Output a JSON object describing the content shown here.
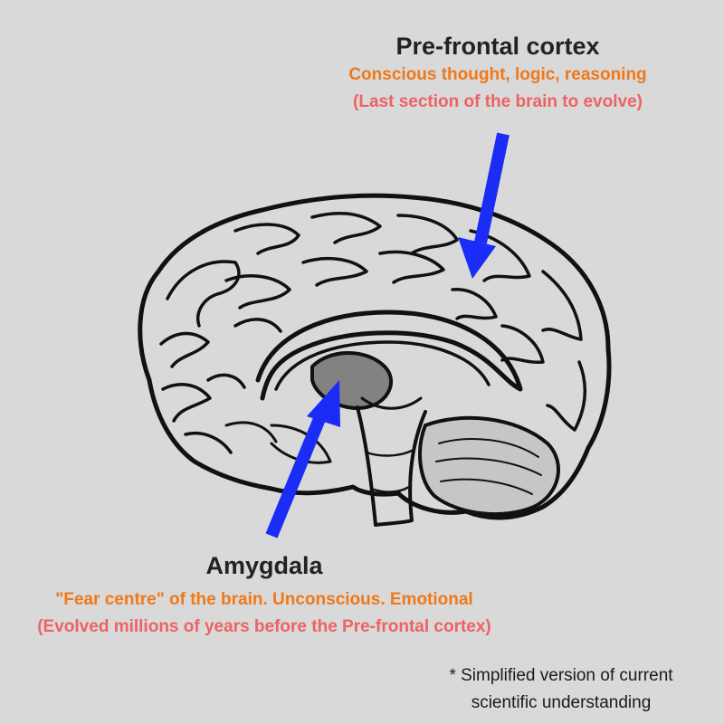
{
  "prefrontal": {
    "title": "Pre-frontal cortex",
    "line1": "Conscious thought, logic, reasoning",
    "line2": "(Last section of the brain to evolve)"
  },
  "amygdala": {
    "title": "Amygdala",
    "line1": "\"Fear centre\" of the brain. Unconscious. Emotional",
    "line2": "(Evolved millions of years before the Pre-frontal cortex)"
  },
  "footnote": {
    "line1": "* Simplified version of current",
    "line2": "scientific understanding"
  },
  "colors": {
    "background": "#d9d9d9",
    "arrow": "#1a2cf5",
    "title": "#222222",
    "subtitle_orange": "#f07818",
    "subtitle_salmon": "#ee6262"
  },
  "icons": [
    "brain-illustration",
    "arrow-down-left",
    "arrow-up-right"
  ]
}
